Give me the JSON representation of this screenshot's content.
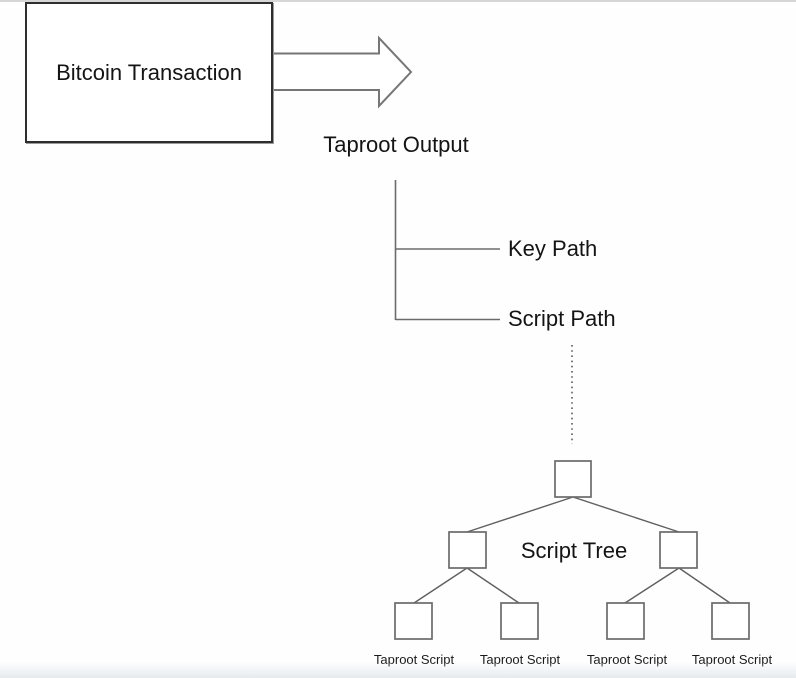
{
  "diagram": {
    "title_context": "Taproot output structure diagram",
    "transaction_box": {
      "label": "Bitcoin Transaction"
    },
    "arrow": {
      "icon": "right-arrow-icon",
      "direction": "right"
    },
    "output_label": "Taproot Output",
    "paths": {
      "key_label": "Key Path",
      "script_label": "Script Path"
    },
    "tree": {
      "label": "Script Tree",
      "node_count": 7,
      "leaves": [
        "Taproot Script",
        "Taproot Script",
        "Taproot Script",
        "Taproot Script"
      ]
    },
    "colors": {
      "line": "#6b6b6b",
      "tree_edge": "#5f5f5f",
      "box_border": "#2e2e2e",
      "text": "#141414",
      "background": "#fefefe",
      "top_rule": "#d6d6d6",
      "bottom_fade": "#e7eaee"
    }
  }
}
